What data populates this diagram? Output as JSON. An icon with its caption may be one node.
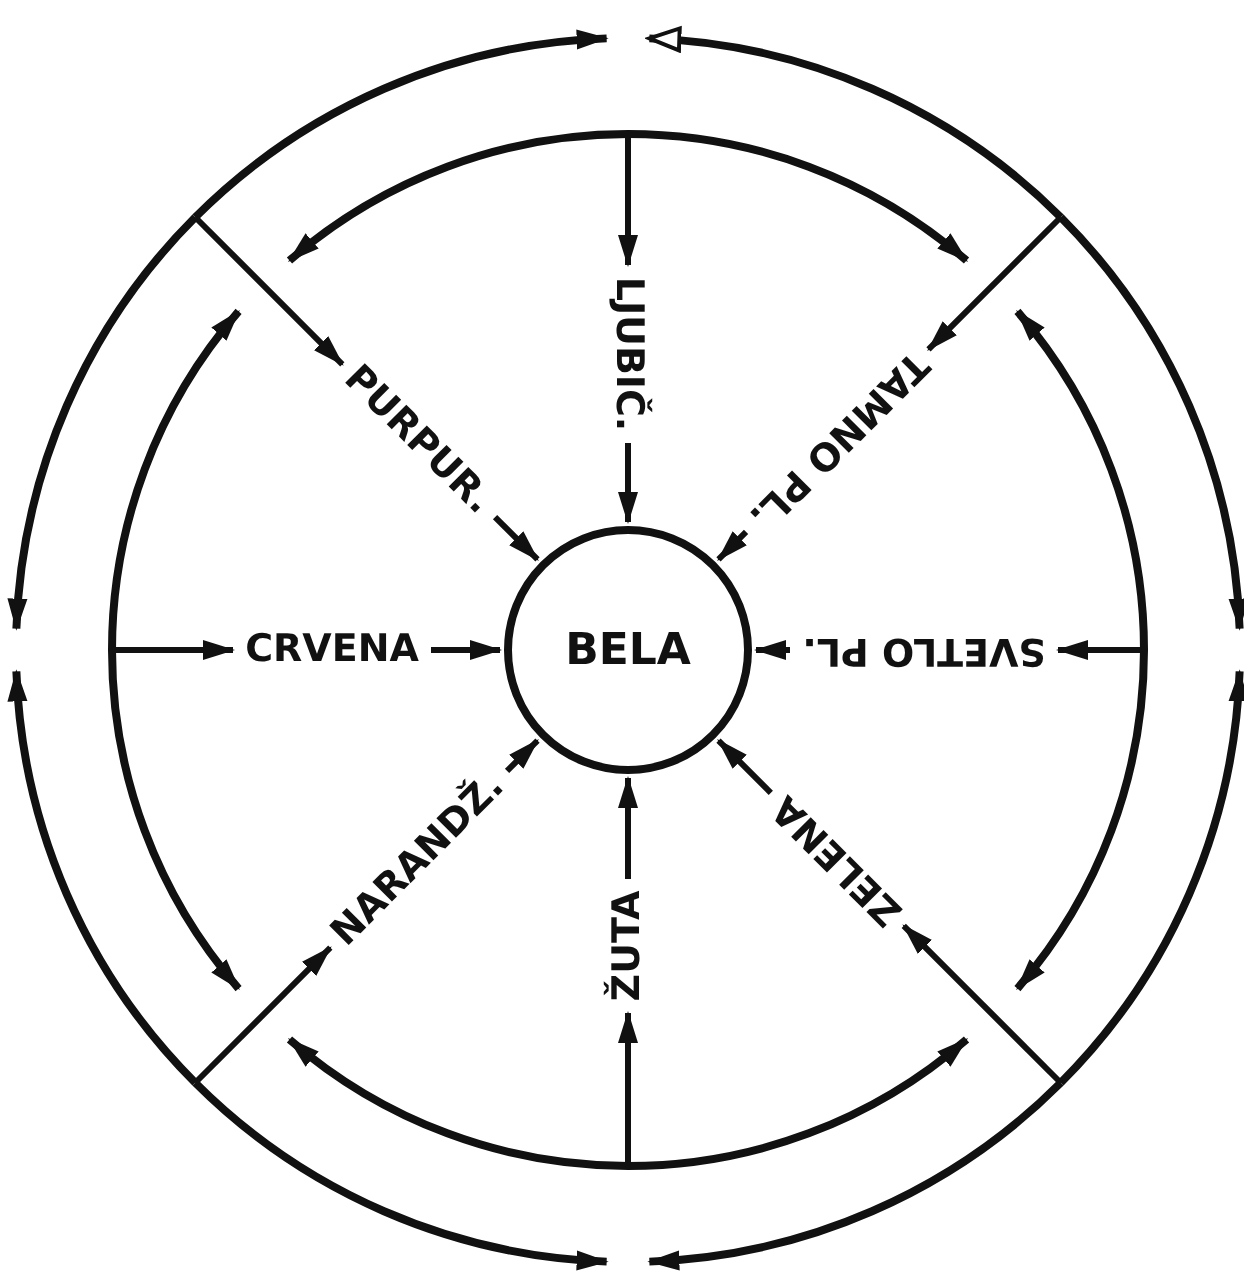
{
  "diagram": {
    "nodes": [
      {
        "text": [
          "BELA"
        ]
      },
      {
        "text": [
          "LJUBIČ."
        ]
      },
      {
        "text": [
          "TAMNO PL."
        ]
      },
      {
        "text": [
          "SVETLO PL."
        ]
      },
      {
        "text": [
          "ZELENA"
        ]
      },
      {
        "text": [
          "ŽUTA"
        ]
      },
      {
        "text": [
          "NARANDŽ."
        ]
      },
      {
        "text": [
          "CRVENA"
        ]
      },
      {
        "text": [
          "PURPUR."
        ]
      }
    ],
    "edges": [
      {
        "from": 1,
        "to": 0,
        "arrow": "to"
      },
      {
        "from": 2,
        "to": 0,
        "arrow": "to"
      },
      {
        "from": 3,
        "to": 0,
        "arrow": "to"
      },
      {
        "from": 4,
        "to": 0,
        "arrow": "to"
      },
      {
        "from": 5,
        "to": 0,
        "arrow": "to"
      },
      {
        "from": 6,
        "to": 0,
        "arrow": "to"
      },
      {
        "from": 7,
        "to": 0,
        "arrow": "to"
      },
      {
        "from": 8,
        "to": 0,
        "arrow": "to"
      },
      {
        "from": null,
        "to": 1,
        "arrow": "to"
      },
      {
        "from": null,
        "to": 2,
        "arrow": "to"
      },
      {
        "from": null,
        "to": 3,
        "arrow": "to"
      },
      {
        "from": null,
        "to": 4,
        "arrow": "to"
      },
      {
        "from": null,
        "to": 5,
        "arrow": "to"
      },
      {
        "from": null,
        "to": 6,
        "arrow": "to"
      },
      {
        "from": null,
        "to": 7,
        "arrow": "to"
      },
      {
        "from": null,
        "to": 8,
        "arrow": "to"
      }
    ]
  }
}
